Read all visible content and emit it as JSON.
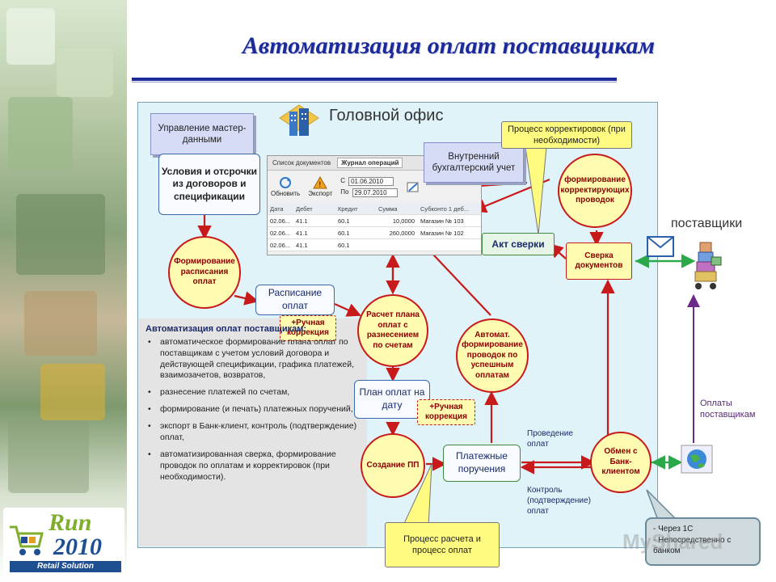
{
  "title": "Автоматизация оплат поставщикам",
  "office_label": "Головной офис",
  "logo": {
    "run": "Run",
    "year": "2010",
    "tagline": "Retail Solution"
  },
  "boxes": {
    "master_data": "Управление мастер-данными",
    "internal_accounting": "Внутренний бухгалтерский учет",
    "contract_terms": "Условия и отсрочки из договоров и спецификации",
    "payment_schedule": "Расписание оплат",
    "plan_by_date": "План оплат на дату",
    "payment_orders": "Платежные поручения",
    "act_reconciliation": "Акт сверки",
    "doc_reconciliation": "Сверка документов"
  },
  "circles": {
    "form_schedule": "Формирование расписания оплат",
    "calc_plan": "Расчет плана оплат с разнесением по счетам",
    "auto_postings": "Автомат. формирование проводок по успешным оплатам",
    "create_pp": "Создание ПП",
    "bank_exchange": "Обмен с Банк-клиентом",
    "correcting_postings": "формирование корректирующих проводок"
  },
  "manual_correction_1": "+Ручная коррекция",
  "manual_correction_2": "+Ручная коррекция",
  "callouts": {
    "correction_process": "Процесс корректировок (при необходимости)",
    "payment_process": "Процесс расчета и процесс оплат"
  },
  "flow_labels": {
    "posting_payment": "Проведение оплат",
    "control": "Контроль (подтверждение) оплат",
    "supplier_payments": "Оплаты поставщикам"
  },
  "suppliers_label": "поставщики",
  "bank_note": [
    "- Через 1С",
    "- Непосредственно с банком"
  ],
  "watermark": "MyShared",
  "bullets": {
    "header": "Автоматизация оплат поставщикам:",
    "items": [
      "автоматическое формирование плана оплат по поставщикам с учетом условий договора и действующей спецификации, графика платежей, взаимозачетов, возвратов,",
      "разнесение платежей по счетам,",
      "формирование (и печать) платежных поручений,",
      "экспорт в Банк-клиент, контроль (подтверждение) оплат,",
      "автоматизированная сверка, формирование проводок по оплатам и корректировок (при необходимости)."
    ]
  },
  "screenshot": {
    "tabs": [
      "Список документов",
      "Журнал операций"
    ],
    "tools": [
      "Обновить",
      "Экспорт"
    ],
    "date_from_label": "С",
    "date_to_label": "По",
    "date_from": "01.06.2010",
    "date_to": "29.07.2010",
    "columns": [
      "Дата",
      "Дебет",
      "Кредит",
      "Сумма",
      "Субконто 1 деб..."
    ],
    "rows": [
      [
        "02.06...",
        "41.1",
        "60.1",
        "10,0000",
        "Магазин № 103"
      ],
      [
        "02.06...",
        "41.1",
        "60.1",
        "260,0000",
        "Магазин № 102"
      ],
      [
        "02.06...",
        "41.1",
        "60.1",
        "",
        ""
      ]
    ]
  },
  "colors": {
    "title": "#1a2a9a",
    "arrow_red": "#c81a1a",
    "arrow_green": "#2aa84a",
    "arrow_purple": "#6a2a8a",
    "panel": "#dff3f8"
  }
}
